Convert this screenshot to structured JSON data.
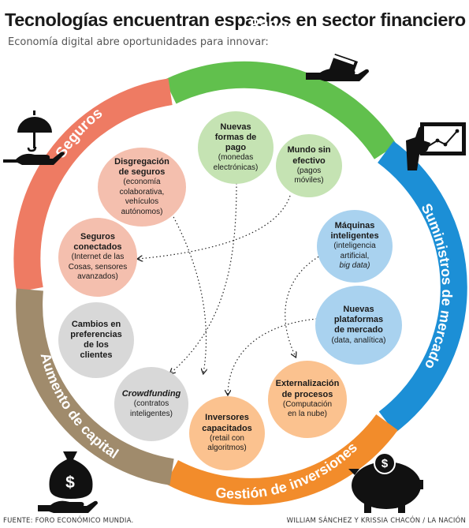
{
  "title": "Tecnologías encuentran espacios en sector financiero",
  "subtitle": "Economía digital abre oportunidades para innovar:",
  "footer": {
    "source": "FUENTE:  FORO ECONÓMICO MUNDIA.",
    "credit": "WILLIAM SÁNCHEZ Y KRISSIA CHACÓN / LA NACIÓN"
  },
  "colors": {
    "seguros": "#ee7b63",
    "pagos": "#61c04d",
    "suministros": "#1c8fd6",
    "inversiones": "#f28c2b",
    "capital": "#a08b6c"
  },
  "segments": {
    "pagos": "Pagos",
    "seguros": "Seguros",
    "suministros": "Suministros de mercado",
    "inversiones": "Gestión de inversiones",
    "capital": "Aumento de capital"
  },
  "icons": {
    "seguros": "umbrella-hand-icon",
    "pagos": "card-hand-icon",
    "suministros": "chart-screen-icon",
    "inversiones": "piggy-bank-icon",
    "capital": "money-bag-hand-icon"
  },
  "nodes": {
    "disgregacion": {
      "title": [
        "Disgregación",
        "de seguros"
      ],
      "detail": [
        "(economía",
        "colaborativa,",
        "vehículos",
        "autónomos)"
      ]
    },
    "conectados": {
      "title": [
        "Seguros",
        "conectados"
      ],
      "detail": [
        "(Internet de las",
        "Cosas, sensores",
        "avanzados)"
      ]
    },
    "formas_pago": {
      "title": [
        "Nuevas",
        "formas de",
        "pago"
      ],
      "detail": [
        "(monedas",
        "electrónicas)"
      ]
    },
    "sin_efectivo": {
      "title": [
        "Mundo sin",
        "efectivo"
      ],
      "detail": [
        "(pagos",
        "móviles)"
      ]
    },
    "maquinas": {
      "title": [
        "Máquinas",
        "inteligentes"
      ],
      "detail": [
        "(inteligencia",
        "artificial,",
        "big data)"
      ]
    },
    "plataformas": {
      "title": [
        "Nuevas",
        "plataformas",
        "de mercado"
      ],
      "detail": [
        "(data, analítica)"
      ]
    },
    "cambios": {
      "title": [
        "Cambios en",
        "preferencias",
        "de los",
        "clientes"
      ],
      "detail": []
    },
    "crowdfunding": {
      "title": [
        "Crowdfunding"
      ],
      "detail": [
        "(contratos",
        "inteligentes)"
      ]
    },
    "inversores": {
      "title": [
        "Inversores",
        "capacitados"
      ],
      "detail": [
        "(retail con",
        "algoritmos)"
      ]
    },
    "externalizacion": {
      "title": [
        "Externalización",
        "de procesos"
      ],
      "detail": [
        "(Computación",
        "en la nube)"
      ]
    }
  }
}
